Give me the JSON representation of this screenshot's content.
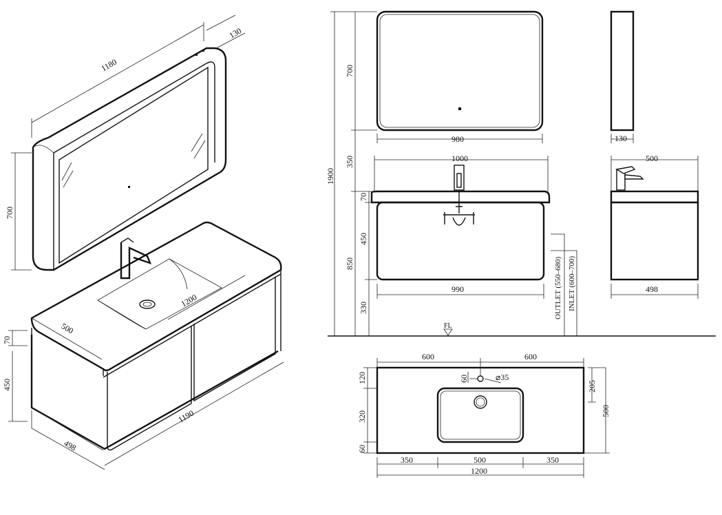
{
  "isometric": {
    "mirror_width": "1180",
    "mirror_depth": "130",
    "mirror_height": "700",
    "top_length": "1200",
    "top_depth": "500",
    "top_thickness": "70",
    "cabinet_height": "450",
    "cabinet_length": "1190",
    "cabinet_depth": "498"
  },
  "front_view": {
    "overall_height": "1900",
    "mirror_height": "700",
    "mirror_width": "980",
    "gap_above_basin": "350",
    "top_width": "1000",
    "top_thickness": "70",
    "cabinet_height": "450",
    "total_height": "850",
    "cabinet_width": "990",
    "floor_clearance": "330",
    "outlet_label": "OUTLET (550–680)",
    "inlet_label": "INLET (600–700)",
    "floor_label": "FL"
  },
  "side_view": {
    "mirror_depth": "130",
    "top_depth": "500",
    "cabinet_depth": "498"
  },
  "plan_view": {
    "half_width_left": "600",
    "half_width_right": "600",
    "tap_hole_offset": "60",
    "tap_hole_diameter": "⌀35",
    "back_to_tap": "120",
    "bowl_depth": "320",
    "front_margin": "60",
    "bowl_center_to_back": "205",
    "total_depth": "500",
    "left_margin": "350",
    "bowl_width": "500",
    "right_margin": "350",
    "total_width": "1200"
  }
}
